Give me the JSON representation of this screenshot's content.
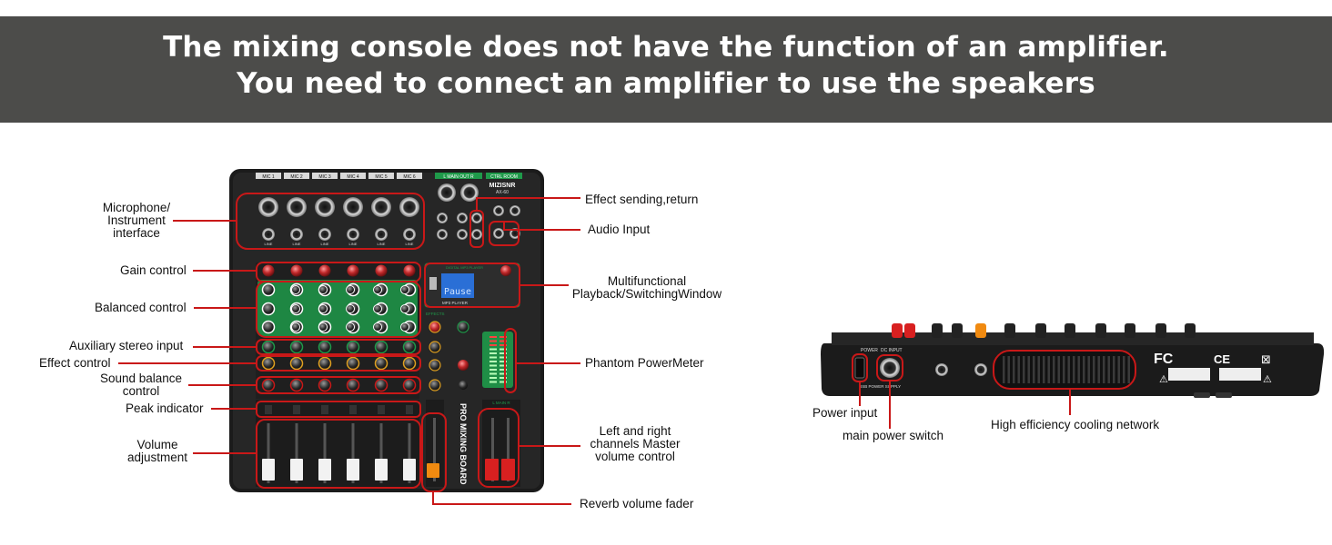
{
  "banner": {
    "line1": "The mixing console does not have the function of an amplifier.",
    "line2": "You need to connect an amplifier to use the speakers"
  },
  "mixer": {
    "brand": "MIZISNR",
    "model": "AX-60",
    "board_name": "PRO MIXING BOARD",
    "mp3_section": "DIGITAL MP3 PLAYER",
    "mp3_player_label": "MP3 PLAYER",
    "display_text": "Pause",
    "effects_label": "EFFECTS",
    "main_out_label": "L  MAIN OUT  R",
    "ctrl_room_label": "CTRL ROOM",
    "main_fader_label": "L  MAIN  R",
    "channel_labels": [
      "MIC 1",
      "MIC 2",
      "MIC 3",
      "MIC 4",
      "MIC 5",
      "MIC 6"
    ],
    "line_label": "LINE"
  },
  "rear_panel": {
    "power_label": "POWER",
    "dc_input_label": "DC INPUT",
    "usb_label": "USB POWER SUPPLY"
  },
  "callouts": {
    "microphone": "Microphone/\nInstrument\ninterface",
    "gain": "Gain control",
    "balanced": "Balanced control",
    "aux": "Auxiliary stereo input",
    "effect_ctrl": "Effect control",
    "sound_balance": "Sound balance\ncontrol",
    "peak": "Peak indicator",
    "volume": "Volume\nadjustment",
    "effect_send": "Effect sending,return",
    "audio_input": "Audio Input",
    "multifunction": "Multifunctional\nPlayback/SwitchingWindow",
    "phantom": "Phantom PowerMeter",
    "lr_master": "Left and right\nchannels Master\nvolume control",
    "reverb": "Reverb volume fader",
    "power_input": "Power input",
    "main_switch": "main power switch",
    "cooling": "High efficiency cooling network"
  },
  "colors": {
    "banner": "#4c4c4a",
    "callout_line": "#c91818",
    "panel": "#1f1f1f",
    "knob_green": "#1f9a4a"
  }
}
